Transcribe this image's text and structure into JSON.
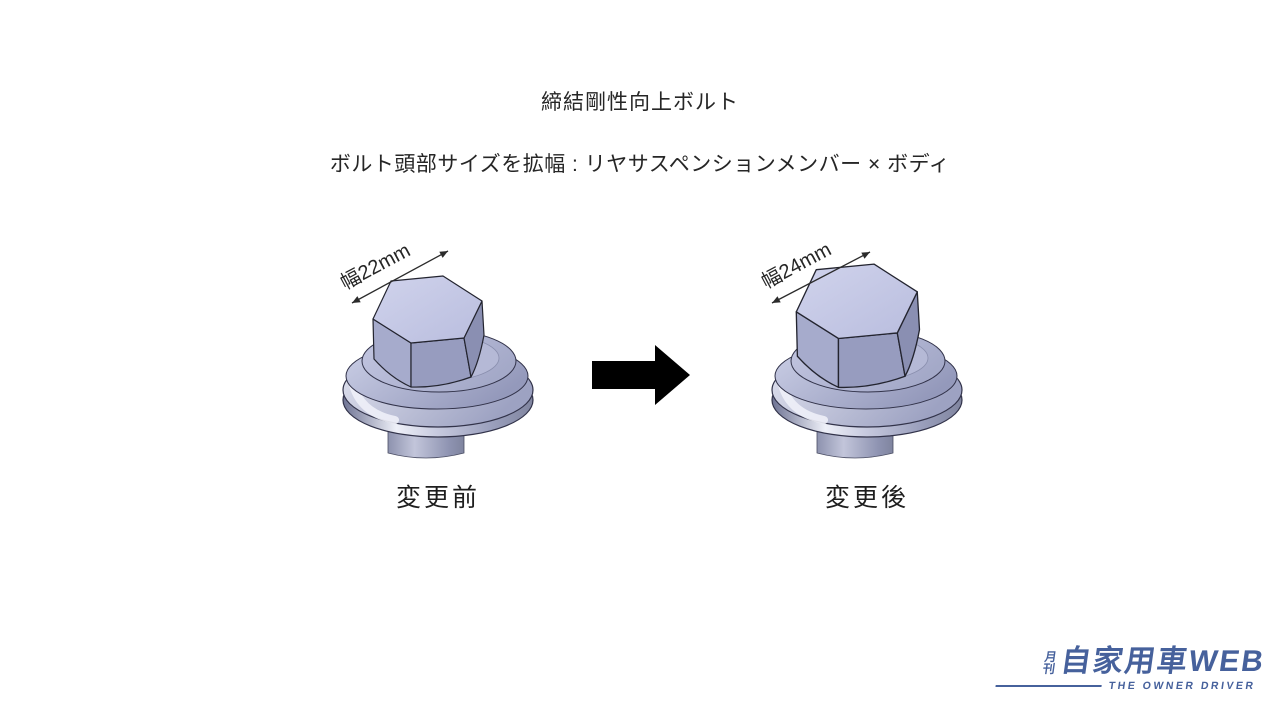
{
  "title": "締結剛性向上ボルト",
  "subtitle": "ボルト頭部サイズを拡幅 : リヤサスペンションメンバー × ボディ",
  "comparison": {
    "before": {
      "dimension_label": "幅22mm",
      "caption": "変更前"
    },
    "after": {
      "dimension_label": "幅24mm",
      "caption": "変更後"
    }
  },
  "logo": {
    "prefix_top": "月",
    "prefix_bottom": "刊",
    "main": "自家用車WEB",
    "tagline": "THE OWNER DRIVER",
    "color": "#46619c"
  },
  "colors": {
    "background": "#ffffff",
    "text": "#262626",
    "transition_arrow": "#000000",
    "bolt_top_face": "#c9cce8",
    "bolt_left_face": "#a6abcc",
    "bolt_front_face": "#979cbf",
    "bolt_right_face": "#8a8fb2",
    "bolt_outline": "#2c2d3c"
  }
}
